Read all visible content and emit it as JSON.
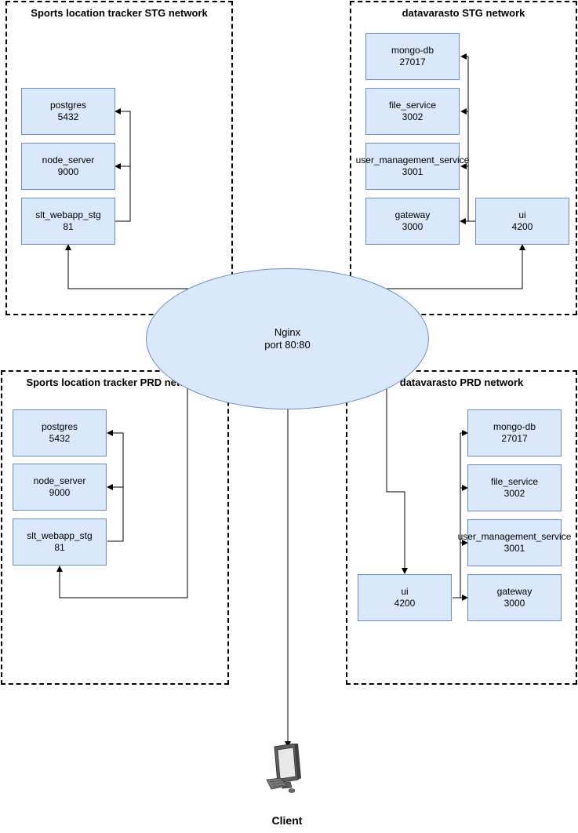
{
  "networks": {
    "slt_stg": {
      "title": "Sports location tracker STG network",
      "postgres": {
        "name": "postgres",
        "port": "5432"
      },
      "node_server": {
        "name": "node_server",
        "port": "9000"
      },
      "webapp": {
        "name": "slt_webapp_stg",
        "port": "81"
      }
    },
    "dv_stg": {
      "title": "datavarasto  STG network",
      "mongo": {
        "name": "mongo-db",
        "port": "27017"
      },
      "file_service": {
        "name": "file_service",
        "port": "3002"
      },
      "user_mgmt": {
        "name": "user_management_service",
        "port": "3001"
      },
      "gateway": {
        "name": "gateway",
        "port": "3000"
      },
      "ui": {
        "name": "ui",
        "port": "4200"
      }
    },
    "slt_prd": {
      "title": "Sports location tracker PRD network",
      "postgres": {
        "name": "postgres",
        "port": "5432"
      },
      "node_server": {
        "name": "node_server",
        "port": "9000"
      },
      "webapp": {
        "name": "slt_webapp_stg",
        "port": "81"
      }
    },
    "dv_prd": {
      "title": "datavarasto PRD network",
      "mongo": {
        "name": "mongo-db",
        "port": "27017"
      },
      "file_service": {
        "name": "file_service",
        "port": "3002"
      },
      "user_mgmt": {
        "name": "user_management_service",
        "port": "3001"
      },
      "gateway": {
        "name": "gateway",
        "port": "3000"
      },
      "ui": {
        "name": "ui",
        "port": "4200"
      }
    }
  },
  "nginx": {
    "name": "Nginx",
    "port": "port 80:80"
  },
  "client": {
    "label": "Client",
    "icon": "desktop-computer-icon"
  }
}
